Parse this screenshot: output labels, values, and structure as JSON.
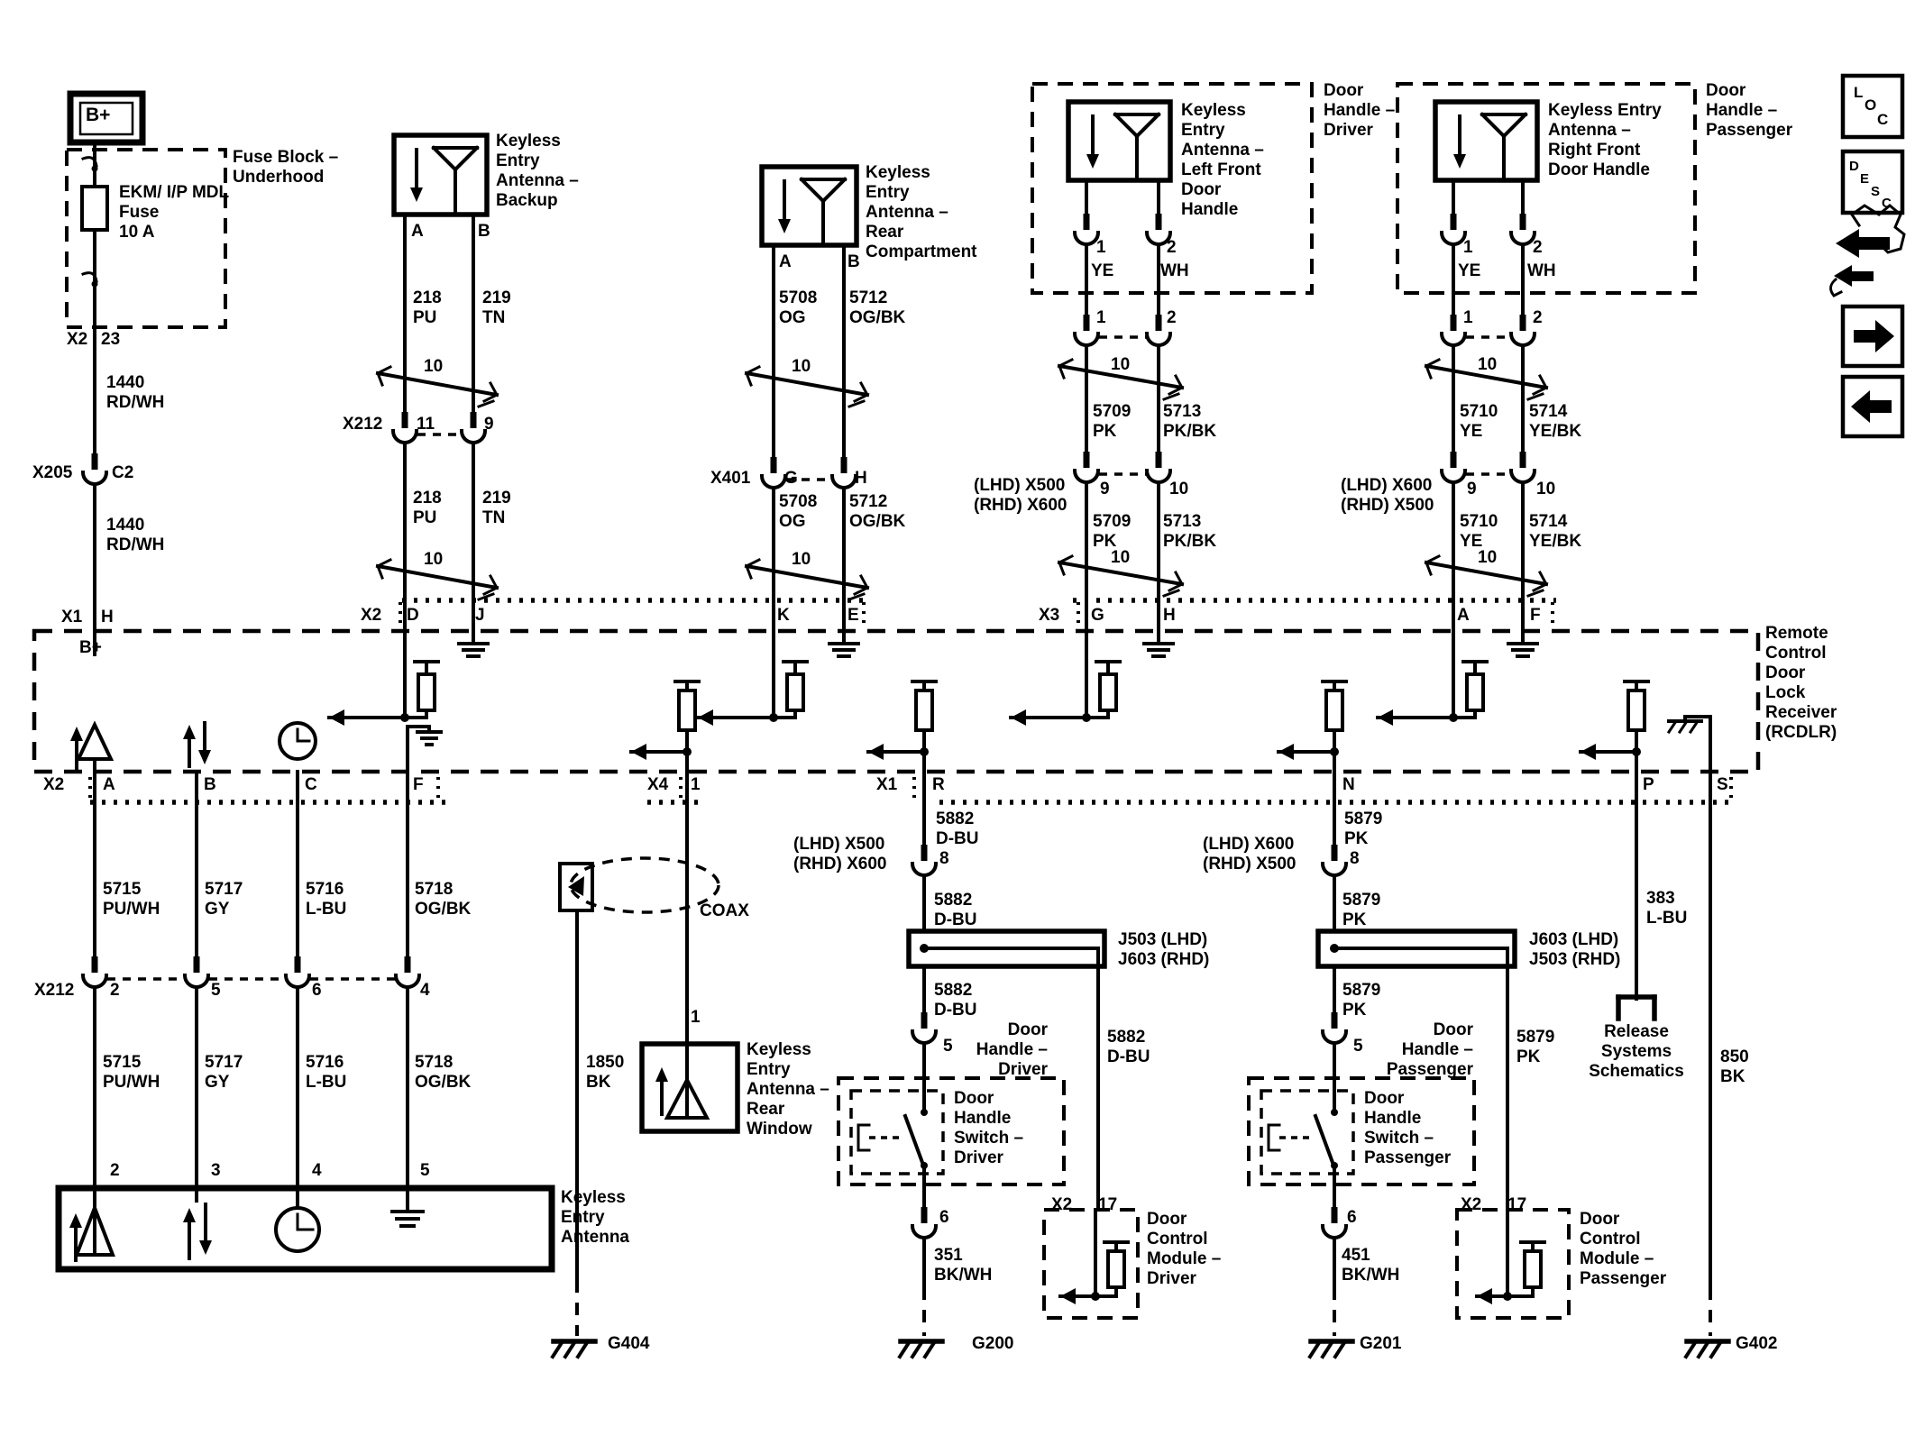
{
  "title": "Keyless Entry Schematic - Remote Control Door Lock Receiver (RCDLR)",
  "colors": {
    "ink": "#000000",
    "paper": "#ffffff"
  },
  "nav": {
    "loc_letters": [
      "L",
      "O",
      "C"
    ],
    "desc_letters": [
      "D",
      "E",
      "S",
      "C"
    ],
    "icons": [
      "loc-button",
      "desc-button",
      "wrench-arrows-icon",
      "next-arrow-button",
      "back-arrow-button"
    ]
  },
  "labels": [
    [
      "battery-terminal-label",
      95,
      117,
      "B+",
      null,
      21
    ],
    [
      "fuse-block-title-1",
      258,
      164,
      "Fuse Block –"
    ],
    [
      "fuse-block-title-2",
      258,
      186,
      "Underhood"
    ],
    [
      "fuse-name-1",
      132,
      203,
      "EKM/ I/P MDL"
    ],
    [
      "fuse-name-2",
      132,
      225,
      "Fuse"
    ],
    [
      "fuse-rating",
      132,
      247,
      "10 A"
    ],
    [
      "conn-x2-fuse",
      74,
      366,
      "X2"
    ],
    [
      "pin-23",
      112,
      366,
      "23"
    ],
    [
      "wire-1440-a1",
      118,
      414,
      "1440"
    ],
    [
      "wire-1440-a2",
      118,
      436,
      "RD/WH"
    ],
    [
      "conn-x205",
      36,
      514,
      "X205"
    ],
    [
      "pin-c2",
      124,
      514,
      "C2"
    ],
    [
      "wire-1440-b1",
      118,
      572,
      "1440"
    ],
    [
      "wire-1440-b2",
      118,
      594,
      "RD/WH"
    ],
    [
      "conn-x1",
      68,
      674,
      "X1"
    ],
    [
      "pin-h",
      112,
      674,
      "H"
    ],
    [
      "rcdlr-bplus",
      88,
      708,
      "B+"
    ],
    [
      "ant-backup-name-1",
      550,
      146,
      "Keyless"
    ],
    [
      "ant-backup-name-2",
      550,
      168,
      "Entry"
    ],
    [
      "ant-backup-name-3",
      550,
      190,
      "Antenna –"
    ],
    [
      "ant-backup-name-4",
      550,
      212,
      "Backup"
    ],
    [
      "pin-a-backup",
      456,
      246,
      "A"
    ],
    [
      "pin-b-backup",
      530,
      246,
      "B"
    ],
    [
      "wire-218-a1",
      458,
      320,
      "218"
    ],
    [
      "wire-218-a2",
      458,
      342,
      "PU"
    ],
    [
      "wire-219-a1",
      535,
      320,
      "219"
    ],
    [
      "wire-219-a2",
      535,
      342,
      "TN"
    ],
    [
      "shield-backup-1",
      470,
      396,
      "10"
    ],
    [
      "conn-x212-backup",
      380,
      460,
      "X212"
    ],
    [
      "pin-11",
      462,
      460,
      "11"
    ],
    [
      "pin-9-backup",
      537,
      460,
      "9"
    ],
    [
      "wire-218-b1",
      458,
      542,
      "218"
    ],
    [
      "wire-218-b2",
      458,
      564,
      "PU"
    ],
    [
      "wire-219-b1",
      535,
      542,
      "219"
    ],
    [
      "wire-219-b2",
      535,
      564,
      "TN"
    ],
    [
      "shield-backup-2",
      470,
      610,
      "10"
    ],
    [
      "conn-x2-top",
      400,
      672,
      "X2"
    ],
    [
      "pin-d",
      451,
      672,
      "D"
    ],
    [
      "pin-j",
      527,
      672,
      "J"
    ],
    [
      "ant-rear-name-1",
      960,
      181,
      "Keyless"
    ],
    [
      "ant-rear-name-2",
      960,
      203,
      "Entry"
    ],
    [
      "ant-rear-name-3",
      960,
      225,
      "Antenna –"
    ],
    [
      "ant-rear-name-4",
      960,
      247,
      "Rear"
    ],
    [
      "ant-rear-name-5",
      960,
      269,
      "Compartment"
    ],
    [
      "pin-a-rear",
      864,
      280,
      "A"
    ],
    [
      "pin-b-rear",
      940,
      280,
      "B"
    ],
    [
      "wire-5708-a1",
      864,
      320,
      "5708"
    ],
    [
      "wire-5708-a2",
      864,
      342,
      "OG"
    ],
    [
      "wire-5712-a1",
      942,
      320,
      "5712"
    ],
    [
      "wire-5712-a2",
      942,
      342,
      "OG/BK"
    ],
    [
      "shield-rear-1",
      878,
      396,
      "10"
    ],
    [
      "conn-x401",
      788,
      520,
      "X401"
    ],
    [
      "pin-g-rear",
      870,
      520,
      "G"
    ],
    [
      "pin-h-rear",
      948,
      520,
      "H"
    ],
    [
      "wire-5708-b1",
      864,
      546,
      "5708"
    ],
    [
      "wire-5708-b2",
      864,
      568,
      "OG"
    ],
    [
      "wire-5712-b1",
      942,
      546,
      "5712"
    ],
    [
      "wire-5712-b2",
      942,
      568,
      "OG/BK"
    ],
    [
      "shield-rear-2",
      878,
      610,
      "10"
    ],
    [
      "pin-k",
      862,
      672,
      "K"
    ],
    [
      "pin-e",
      940,
      672,
      "E"
    ],
    [
      "door-handle-driver-1",
      1468,
      90,
      "Door"
    ],
    [
      "door-handle-driver-2",
      1468,
      112,
      "Handle –"
    ],
    [
      "door-handle-driver-3",
      1468,
      134,
      "Driver"
    ],
    [
      "ant-lf-name-1",
      1310,
      112,
      "Keyless"
    ],
    [
      "ant-lf-name-2",
      1310,
      134,
      "Entry"
    ],
    [
      "ant-lf-name-3",
      1310,
      156,
      "Antenna –"
    ],
    [
      "ant-lf-name-4",
      1310,
      178,
      "Left Front"
    ],
    [
      "ant-lf-name-5",
      1310,
      200,
      "Door"
    ],
    [
      "ant-lf-name-6",
      1310,
      222,
      "Handle"
    ],
    [
      "pin-1-driver-a",
      1216,
      264,
      "1"
    ],
    [
      "pin-2-driver-a",
      1294,
      264,
      "2"
    ],
    [
      "wire-ye-driver",
      1210,
      290,
      "YE"
    ],
    [
      "wire-wh-driver",
      1287,
      290,
      "WH"
    ],
    [
      "pin-1-driver-b",
      1216,
      342,
      "1"
    ],
    [
      "pin-2-driver-b",
      1294,
      342,
      "2"
    ],
    [
      "shield-driver-1",
      1232,
      394,
      "10"
    ],
    [
      "wire-5709-a1",
      1212,
      446,
      "5709"
    ],
    [
      "wire-5709-a2",
      1212,
      468,
      "PK"
    ],
    [
      "wire-5713-a1",
      1290,
      446,
      "5713"
    ],
    [
      "wire-5713-a2",
      1290,
      468,
      "PK/BK"
    ],
    [
      "conn-driver-lhd",
      1080,
      528,
      "(LHD) X500"
    ],
    [
      "conn-driver-rhd",
      1080,
      550,
      "(RHD) X600"
    ],
    [
      "pin-9-driver",
      1220,
      532,
      "9"
    ],
    [
      "pin-10-driver",
      1297,
      532,
      "10"
    ],
    [
      "wire-5709-b1",
      1212,
      568,
      "5709"
    ],
    [
      "wire-5709-b2",
      1212,
      590,
      "PK"
    ],
    [
      "wire-5713-b1",
      1290,
      568,
      "5713"
    ],
    [
      "wire-5713-b2",
      1290,
      590,
      "PK/BK"
    ],
    [
      "shield-driver-2",
      1232,
      608,
      "10"
    ],
    [
      "conn-x3",
      1152,
      672,
      "X3"
    ],
    [
      "pin-g",
      1210,
      672,
      "G"
    ],
    [
      "pin-h-driver",
      1290,
      672,
      "H"
    ],
    [
      "door-handle-pass-1",
      1892,
      90,
      "Door"
    ],
    [
      "door-handle-pass-2",
      1892,
      112,
      "Handle –"
    ],
    [
      "door-handle-pass-3",
      1892,
      134,
      "Passenger"
    ],
    [
      "ant-rf-name-1",
      1717,
      112,
      "Keyless Entry"
    ],
    [
      "ant-rf-name-2",
      1717,
      134,
      "Antenna –"
    ],
    [
      "ant-rf-name-3",
      1717,
      156,
      "Right Front"
    ],
    [
      "ant-rf-name-4",
      1717,
      178,
      "Door Handle"
    ],
    [
      "pin-1-pass-a",
      1623,
      264,
      "1"
    ],
    [
      "pin-2-pass-a",
      1700,
      264,
      "2"
    ],
    [
      "wire-ye-pass",
      1617,
      290,
      "YE"
    ],
    [
      "wire-wh-pass",
      1694,
      290,
      "WH"
    ],
    [
      "pin-1-pass-b",
      1623,
      342,
      "1"
    ],
    [
      "pin-2-pass-b",
      1700,
      342,
      "2"
    ],
    [
      "shield-pass-1",
      1639,
      394,
      "10"
    ],
    [
      "wire-5710-a1",
      1619,
      446,
      "5710"
    ],
    [
      "wire-5710-a2",
      1619,
      468,
      "YE"
    ],
    [
      "wire-5714-a1",
      1696,
      446,
      "5714"
    ],
    [
      "wire-5714-a2",
      1696,
      468,
      "YE/BK"
    ],
    [
      "conn-pass-lhd",
      1487,
      528,
      "(LHD) X600"
    ],
    [
      "conn-pass-rhd",
      1487,
      550,
      "(RHD) X500"
    ],
    [
      "pin-9-pass",
      1627,
      532,
      "9"
    ],
    [
      "pin-10-pass",
      1704,
      532,
      "10"
    ],
    [
      "wire-5710-b1",
      1619,
      568,
      "5710"
    ],
    [
      "wire-5710-b2",
      1619,
      590,
      "YE"
    ],
    [
      "wire-5714-b1",
      1696,
      568,
      "5714"
    ],
    [
      "wire-5714-b2",
      1696,
      590,
      "YE/BK"
    ],
    [
      "shield-pass-2",
      1639,
      608,
      "10"
    ],
    [
      "pin-a-pass",
      1616,
      672,
      "A"
    ],
    [
      "pin-f-pass",
      1697,
      672,
      "F"
    ],
    [
      "rcdlr-name-1",
      1958,
      692,
      "Remote"
    ],
    [
      "rcdlr-name-2",
      1958,
      714,
      "Control"
    ],
    [
      "rcdlr-name-3",
      1958,
      736,
      "Door"
    ],
    [
      "rcdlr-name-4",
      1958,
      758,
      "Lock"
    ],
    [
      "rcdlr-name-5",
      1958,
      780,
      "Receiver"
    ],
    [
      "rcdlr-name-6",
      1958,
      802,
      "(RCDLR)"
    ],
    [
      "conn-x2-bottom",
      48,
      860,
      "X2"
    ],
    [
      "pin-a-bottom",
      114,
      860,
      "A"
    ],
    [
      "pin-b-bottom",
      226,
      860,
      "B"
    ],
    [
      "pin-c-bottom",
      338,
      860,
      "C"
    ],
    [
      "pin-f-bottom",
      458,
      860,
      "F"
    ],
    [
      "conn-x4",
      718,
      860,
      "X4"
    ],
    [
      "pin-1-coax",
      766,
      860,
      "1"
    ],
    [
      "conn-x1-bottom",
      972,
      860,
      "X1"
    ],
    [
      "pin-r",
      1034,
      860,
      "R"
    ],
    [
      "pin-n",
      1489,
      860,
      "N"
    ],
    [
      "pin-p",
      1822,
      860,
      "P"
    ],
    [
      "pin-s",
      1904,
      860,
      "S"
    ],
    [
      "wire-5715-a1",
      114,
      976,
      "5715"
    ],
    [
      "wire-5715-a2",
      114,
      998,
      "PU/WH"
    ],
    [
      "wire-5717-a1",
      227,
      976,
      "5717"
    ],
    [
      "wire-5717-a2",
      227,
      998,
      "GY"
    ],
    [
      "wire-5716-a1",
      339,
      976,
      "5716"
    ],
    [
      "wire-5716-a2",
      339,
      998,
      "L-BU"
    ],
    [
      "wire-5718-a1",
      460,
      976,
      "5718"
    ],
    [
      "wire-5718-a2",
      460,
      998,
      "OG/BK"
    ],
    [
      "conn-x212-lower",
      38,
      1088,
      "X212"
    ],
    [
      "pin-2-lower",
      122,
      1088,
      "2"
    ],
    [
      "pin-5-lower",
      234,
      1088,
      "5"
    ],
    [
      "pin-6-lower",
      346,
      1088,
      "6"
    ],
    [
      "pin-4-lower",
      466,
      1088,
      "4"
    ],
    [
      "wire-5715-b1",
      114,
      1168,
      "5715"
    ],
    [
      "wire-5715-b2",
      114,
      1190,
      "PU/WH"
    ],
    [
      "wire-5717-b1",
      227,
      1168,
      "5717"
    ],
    [
      "wire-5717-b2",
      227,
      1190,
      "GY"
    ],
    [
      "wire-5716-b1",
      339,
      1168,
      "5716"
    ],
    [
      "wire-5716-b2",
      339,
      1190,
      "L-BU"
    ],
    [
      "wire-5718-b1",
      460,
      1168,
      "5718"
    ],
    [
      "wire-5718-b2",
      460,
      1190,
      "OG/BK"
    ],
    [
      "pin-2-kea",
      122,
      1288,
      "2"
    ],
    [
      "pin-3-kea",
      234,
      1288,
      "3"
    ],
    [
      "pin-4-kea",
      346,
      1288,
      "4"
    ],
    [
      "pin-5-kea",
      466,
      1288,
      "5"
    ],
    [
      "kea-name-1",
      622,
      1318,
      "Keyless"
    ],
    [
      "kea-name-2",
      622,
      1340,
      "Entry"
    ],
    [
      "kea-name-3",
      622,
      1362,
      "Antenna"
    ],
    [
      "coax-label",
      776,
      1000,
      "COAX"
    ],
    [
      "pin-1-rw",
      766,
      1118,
      "1"
    ],
    [
      "ant-rw-name-1",
      828,
      1154,
      "Keyless"
    ],
    [
      "ant-rw-name-2",
      828,
      1176,
      "Entry"
    ],
    [
      "ant-rw-name-3",
      828,
      1198,
      "Antenna –"
    ],
    [
      "ant-rw-name-4",
      828,
      1220,
      "Rear"
    ],
    [
      "ant-rw-name-5",
      828,
      1242,
      "Window"
    ],
    [
      "wire-1850-1",
      650,
      1168,
      "1850"
    ],
    [
      "wire-1850-2",
      650,
      1190,
      "BK"
    ],
    [
      "ground-g404",
      674,
      1480,
      "G404"
    ],
    [
      "wire-5882-a1",
      1038,
      898,
      "5882"
    ],
    [
      "wire-5882-a2",
      1038,
      920,
      "D-BU"
    ],
    [
      "conn-driver2-lhd",
      880,
      926,
      "(LHD) X500"
    ],
    [
      "conn-driver2-rhd",
      880,
      948,
      "(RHD) X600"
    ],
    [
      "pin-8-driver",
      1042,
      942,
      "8"
    ],
    [
      "wire-5882-b1",
      1036,
      988,
      "5882"
    ],
    [
      "wire-5882-b2",
      1036,
      1010,
      "D-BU"
    ],
    [
      "splice-j503-d1",
      1240,
      1032,
      "J503 (LHD)"
    ],
    [
      "splice-j503-d2",
      1240,
      1054,
      "J603 (RHD)"
    ],
    [
      "wire-5882-c1",
      1036,
      1088,
      "5882"
    ],
    [
      "wire-5882-c2",
      1036,
      1110,
      "D-BU"
    ],
    [
      "wire-5882-d1",
      1228,
      1140,
      "5882"
    ],
    [
      "wire-5882-d2",
      1228,
      1162,
      "D-BU"
    ],
    [
      "pin-5-driver",
      1046,
      1150,
      "5"
    ],
    [
      "door-handle-driver-lbl-1",
      1162,
      1132,
      "Door",
      "r"
    ],
    [
      "door-handle-driver-lbl-2",
      1162,
      1154,
      "Handle –",
      "r"
    ],
    [
      "door-handle-driver-lbl-3",
      1162,
      1176,
      "Driver",
      "r"
    ],
    [
      "switch-driver-name-1",
      1058,
      1208,
      "Door"
    ],
    [
      "switch-driver-name-2",
      1058,
      1230,
      "Handle"
    ],
    [
      "switch-driver-name-3",
      1058,
      1252,
      "Switch –"
    ],
    [
      "switch-driver-name-4",
      1058,
      1274,
      "Driver"
    ],
    [
      "pin-6-driver",
      1042,
      1340,
      "6"
    ],
    [
      "wire-351-1",
      1036,
      1382,
      "351"
    ],
    [
      "wire-351-2",
      1036,
      1404,
      "BK/WH"
    ],
    [
      "ground-g200",
      1078,
      1480,
      "G200"
    ],
    [
      "conn-x2-dcm-d",
      1166,
      1326,
      "X2"
    ],
    [
      "pin-17-d",
      1218,
      1326,
      "17"
    ],
    [
      "dcm-driver-1",
      1272,
      1342,
      "Door"
    ],
    [
      "dcm-driver-2",
      1272,
      1364,
      "Control"
    ],
    [
      "dcm-driver-3",
      1272,
      1386,
      "Module –"
    ],
    [
      "dcm-driver-4",
      1272,
      1408,
      "Driver"
    ],
    [
      "wire-5879-a1",
      1491,
      898,
      "5879"
    ],
    [
      "wire-5879-a2",
      1491,
      920,
      "PK"
    ],
    [
      "conn-pass2-lhd",
      1334,
      926,
      "(LHD) X600"
    ],
    [
      "conn-pass2-rhd",
      1334,
      948,
      "(RHD) X500"
    ],
    [
      "pin-8-pass",
      1497,
      942,
      "8"
    ],
    [
      "wire-5879-b1",
      1489,
      988,
      "5879"
    ],
    [
      "wire-5879-b2",
      1489,
      1010,
      "PK"
    ],
    [
      "splice-j603-p1",
      1696,
      1032,
      "J603 (LHD)"
    ],
    [
      "splice-j603-p2",
      1696,
      1054,
      "J503 (RHD)"
    ],
    [
      "wire-5879-c1",
      1489,
      1088,
      "5879"
    ],
    [
      "wire-5879-c2",
      1489,
      1110,
      "PK"
    ],
    [
      "wire-5879-d1",
      1682,
      1140,
      "5879"
    ],
    [
      "wire-5879-d2",
      1682,
      1162,
      "PK"
    ],
    [
      "pin-5-pass",
      1501,
      1150,
      "5"
    ],
    [
      "door-handle-pass-lbl-1",
      1634,
      1132,
      "Door",
      "r"
    ],
    [
      "door-handle-pass-lbl-2",
      1634,
      1154,
      "Handle –",
      "r"
    ],
    [
      "door-handle-pass-lbl-3",
      1634,
      1176,
      "Passenger",
      "r"
    ],
    [
      "switch-pass-name-1",
      1513,
      1208,
      "Door"
    ],
    [
      "switch-pass-name-2",
      1513,
      1230,
      "Handle"
    ],
    [
      "switch-pass-name-3",
      1513,
      1252,
      "Switch –"
    ],
    [
      "switch-pass-name-4",
      1513,
      1274,
      "Passenger"
    ],
    [
      "pin-6-pass",
      1494,
      1340,
      "6"
    ],
    [
      "wire-451-1",
      1488,
      1382,
      "451"
    ],
    [
      "wire-451-2",
      1488,
      1404,
      "BK/WH"
    ],
    [
      "ground-g201",
      1508,
      1480,
      "G201"
    ],
    [
      "conn-x2-dcm-p",
      1620,
      1326,
      "X2"
    ],
    [
      "pin-17-p",
      1672,
      1326,
      "17"
    ],
    [
      "dcm-pass-1",
      1752,
      1342,
      "Door"
    ],
    [
      "dcm-pass-2",
      1752,
      1364,
      "Control"
    ],
    [
      "dcm-pass-3",
      1752,
      1386,
      "Module –"
    ],
    [
      "dcm-pass-4",
      1752,
      1408,
      "Passenger"
    ],
    [
      "wire-383-1",
      1826,
      986,
      "383"
    ],
    [
      "wire-383-2",
      1826,
      1008,
      "L-BU"
    ],
    [
      "release-label-1",
      1815,
      1134,
      "Release",
      "c"
    ],
    [
      "release-label-2",
      1815,
      1156,
      "Systems",
      "c"
    ],
    [
      "release-label-3",
      1815,
      1178,
      "Schematics",
      "c"
    ],
    [
      "wire-850-1",
      1908,
      1162,
      "850"
    ],
    [
      "wire-850-2",
      1908,
      1184,
      "BK"
    ],
    [
      "ground-g402",
      1925,
      1480,
      "G402"
    ]
  ]
}
